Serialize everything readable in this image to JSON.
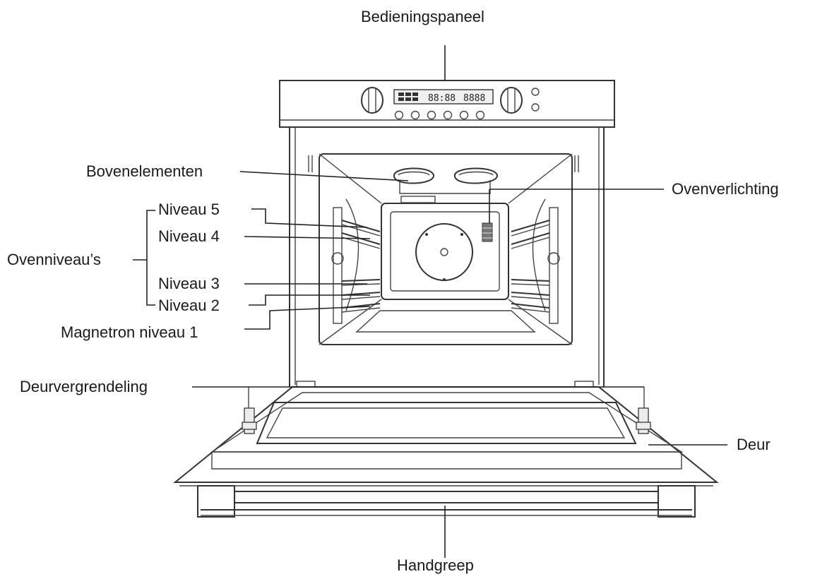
{
  "labels": {
    "control_panel": "Bedieningspaneel",
    "top_elements": "Bovenelementen",
    "oven_light": "Ovenverlichting",
    "level_5": "Niveau 5",
    "level_4": "Niveau 4",
    "oven_levels": "Ovenniveau’s",
    "level_3": "Niveau 3",
    "level_2": "Niveau 2",
    "magnetron_level_1": "Magnetron niveau 1",
    "door_lock": "Deurvergrendeling",
    "door": "Deur",
    "handle": "Handgreep"
  },
  "display": {
    "readout_left": "88:88",
    "readout_right": "8888"
  }
}
